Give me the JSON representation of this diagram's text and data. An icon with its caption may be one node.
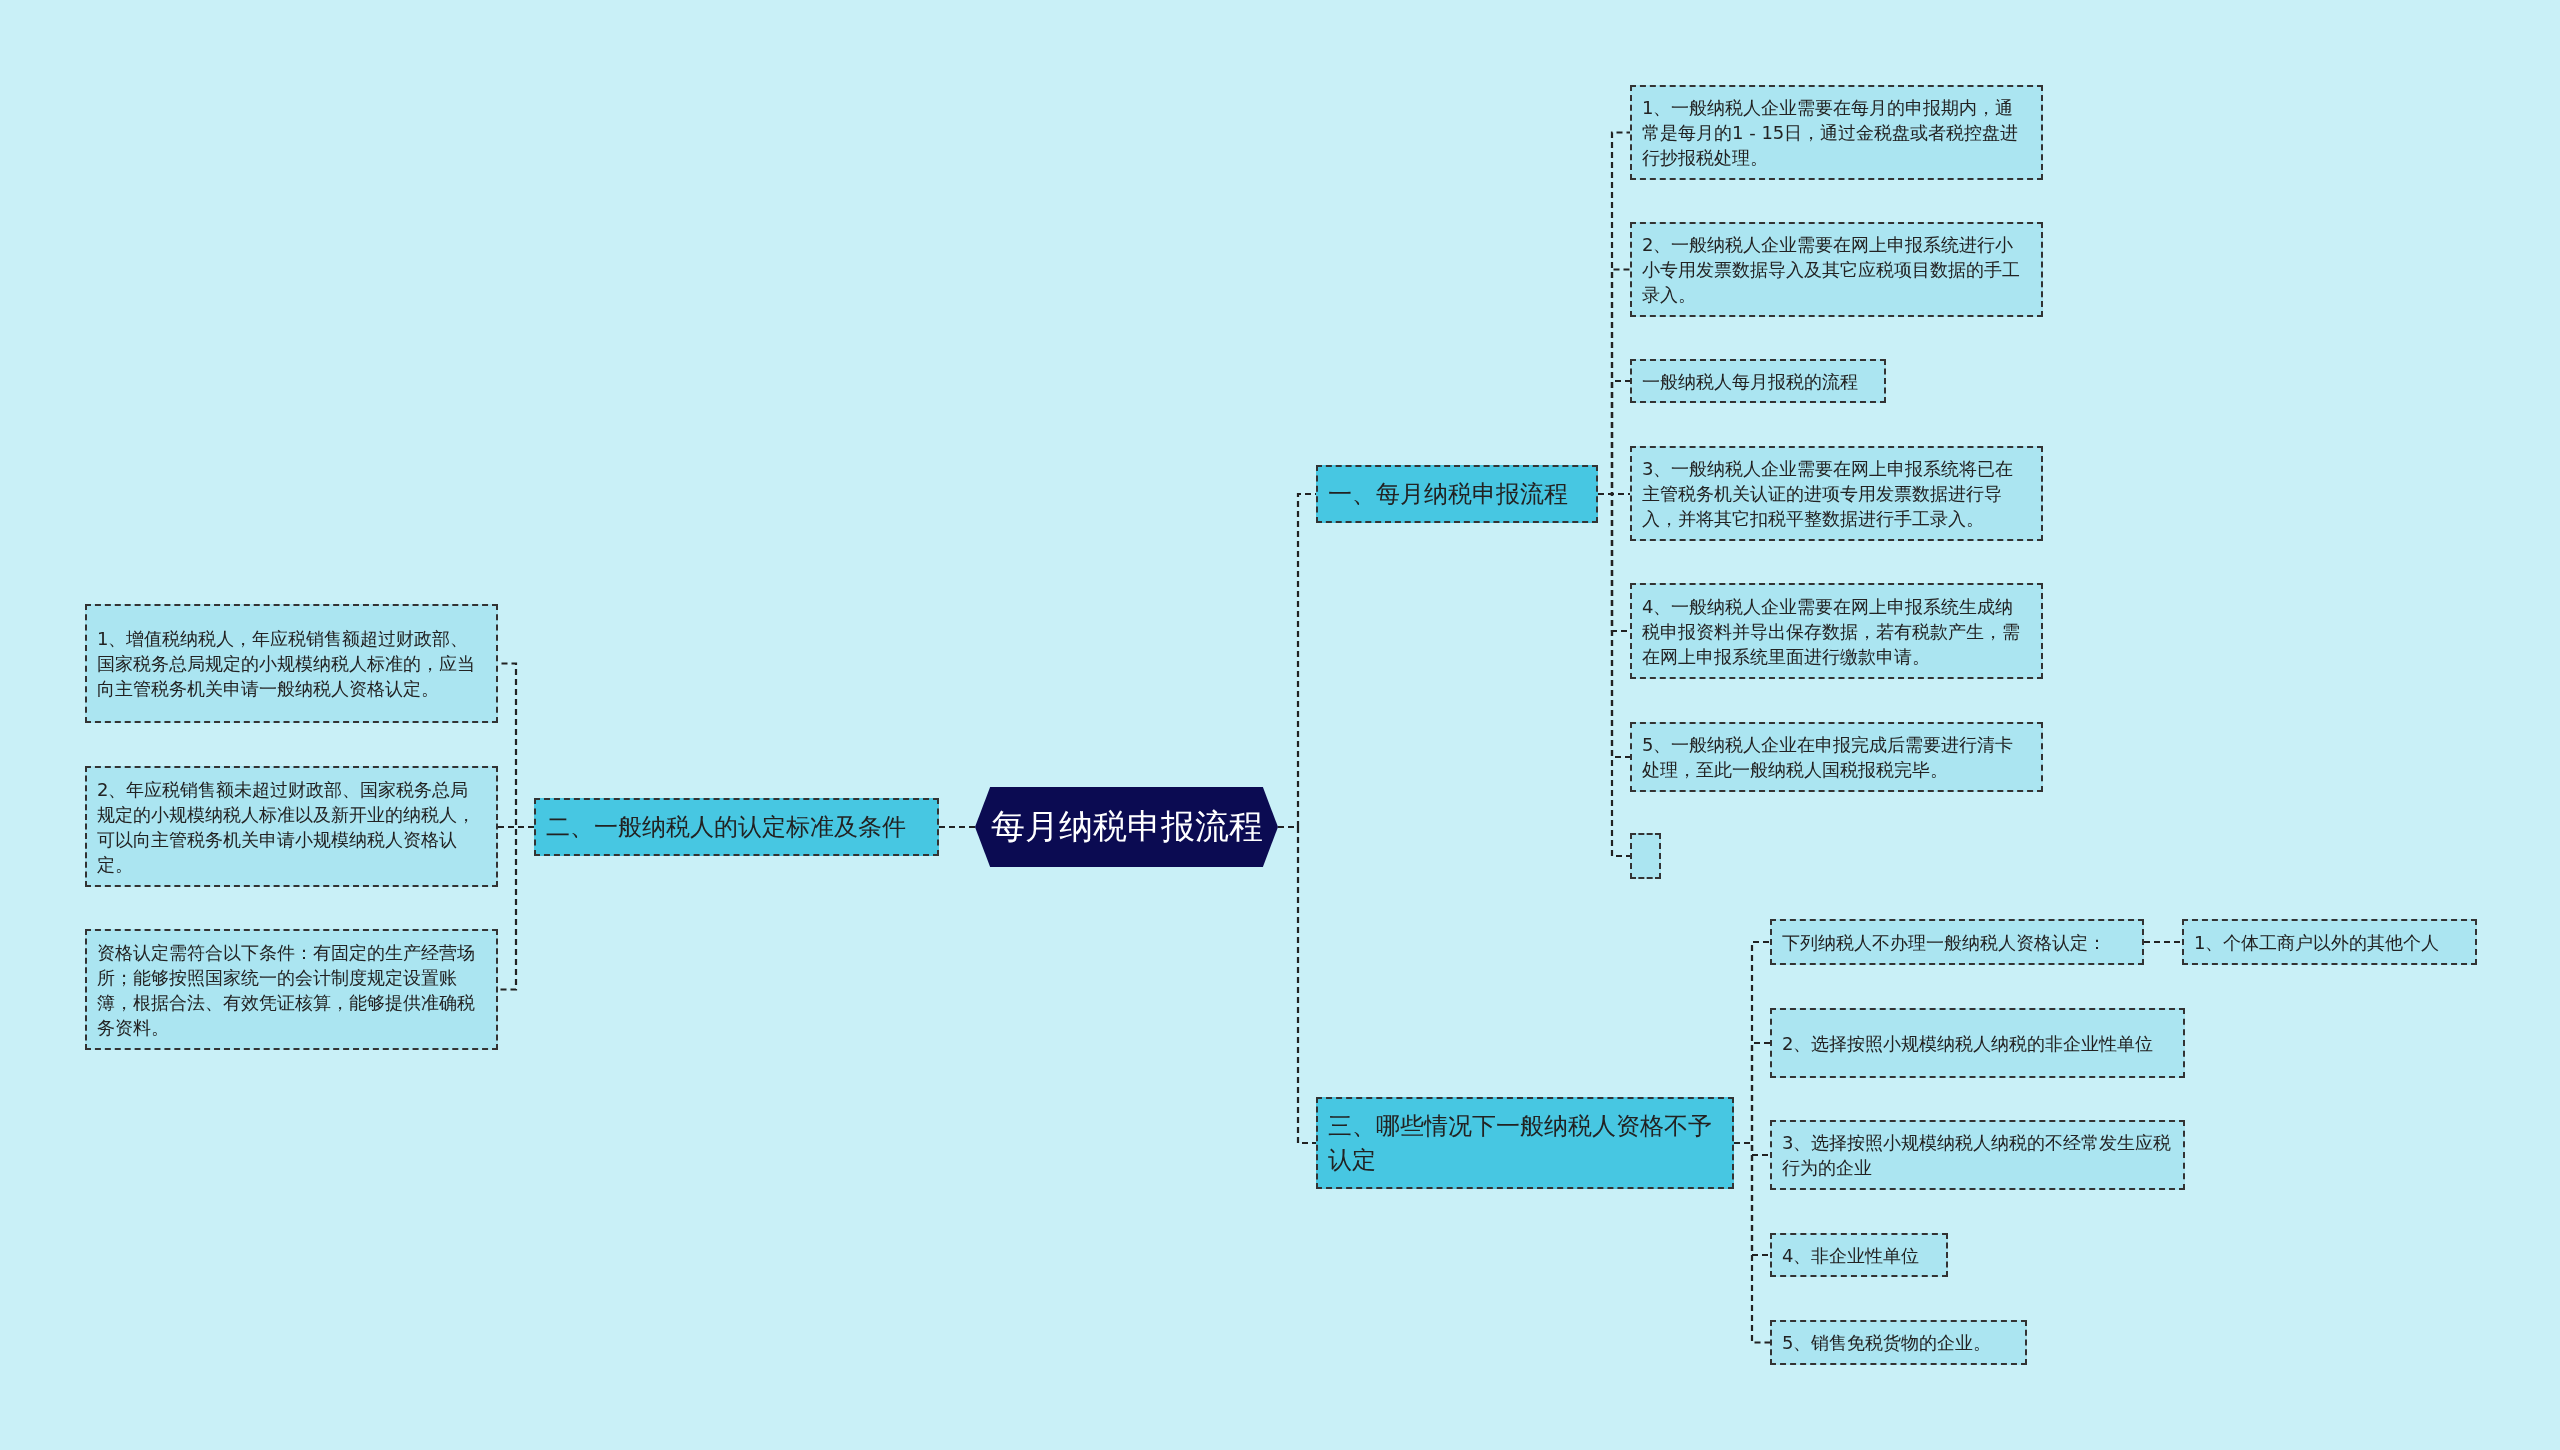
{
  "diagram": {
    "nodes": [
      {
        "text": [
          "每月纳税申报流程"
        ]
      },
      {
        "text": [
          "一、每月纳税申报流程"
        ]
      },
      {
        "text": [
          "1、一般纳税人企业需要在每月的申报期内，通常是每月的1 - 15日，通过金税盘或者税控盘进行抄报税处理。"
        ]
      },
      {
        "text": [
          "2、一般纳税人企业需要在网上申报系统进行小小专用发票数据导入及其它应税项目数据的手工录入。"
        ]
      },
      {
        "text": [
          "一般纳税人每月报税的流程"
        ]
      },
      {
        "text": [
          "3、一般纳税人企业需要在网上申报系统将已在主管税务机关认证的进项专用发票数据进行导入，并将其它扣税平整数据进行手工录入。"
        ]
      },
      {
        "text": [
          "4、一般纳税人企业需要在网上申报系统生成纳税申报资料并导出保存数据，若有税款产生，需在网上申报系统里面进行缴款申请。"
        ]
      },
      {
        "text": [
          "5、一般纳税人企业在申报完成后需要进行清卡处理，至此一般纳税人国税报税完毕。"
        ]
      },
      {
        "text": [],
        "shape": "box"
      },
      {
        "text": [
          "二、一般纳税人的认定标准及条件"
        ]
      },
      {
        "text": [
          "1、增值税纳税人，年应税销售额超过财政部、国家税务总局规定的小规模纳税人标准的，应当向主管税务机关申请一般纳税人资格认定。"
        ]
      },
      {
        "text": [
          "2、年应税销售额未超过财政部、国家税务总局规定的小规模纳税人标准以及新开业的纳税人，可以向主管税务机关申请小规模纳税人资格认定。"
        ]
      },
      {
        "text": [
          "资格认定需符合以下条件：有固定的生产经营场所；能够按照国家统一的会计制度规定设置账簿，根据合法、有效凭证核算，能够提供准确税务资料。"
        ]
      },
      {
        "text": [
          "三、哪些情况下一般纳税人资格不予认定"
        ]
      },
      {
        "text": [
          "下列纳税人不办理一般纳税人资格认定："
        ]
      },
      {
        "text": [
          "1、个体工商户以外的其他个人"
        ]
      },
      {
        "text": [
          "2、选择按照小规模纳税人纳税的非企业性单位"
        ]
      },
      {
        "text": [
          "3、选择按照小规模纳税人纳税的不经常发生应税行为的企业"
        ]
      },
      {
        "text": [
          "4、非企业性单位"
        ]
      },
      {
        "text": [
          "5、销售免税货物的企业。"
        ]
      }
    ],
    "edges": [
      {
        "from": 0,
        "to": 1,
        "arrow": "none"
      },
      {
        "from": 1,
        "to": 2,
        "arrow": "none"
      },
      {
        "from": 1,
        "to": 3,
        "arrow": "none"
      },
      {
        "from": 1,
        "to": 4,
        "arrow": "none"
      },
      {
        "from": 1,
        "to": 5,
        "arrow": "none"
      },
      {
        "from": 1,
        "to": 6,
        "arrow": "none"
      },
      {
        "from": 1,
        "to": 7,
        "arrow": "none"
      },
      {
        "from": 1,
        "to": 8,
        "arrow": "none"
      },
      {
        "from": 0,
        "to": 9,
        "arrow": "none"
      },
      {
        "from": 9,
        "to": 10,
        "arrow": "none"
      },
      {
        "from": 9,
        "to": 11,
        "arrow": "none"
      },
      {
        "from": 9,
        "to": 12,
        "arrow": "none"
      },
      {
        "from": 0,
        "to": 13,
        "arrow": "none"
      },
      {
        "from": 13,
        "to": 14,
        "arrow": "none"
      },
      {
        "from": 14,
        "to": 15,
        "arrow": "none"
      },
      {
        "from": 13,
        "to": 16,
        "arrow": "none"
      },
      {
        "from": 13,
        "to": 17,
        "arrow": "none"
      },
      {
        "from": 13,
        "to": 18,
        "arrow": "none"
      },
      {
        "from": 13,
        "to": 19,
        "arrow": "none"
      }
    ]
  }
}
